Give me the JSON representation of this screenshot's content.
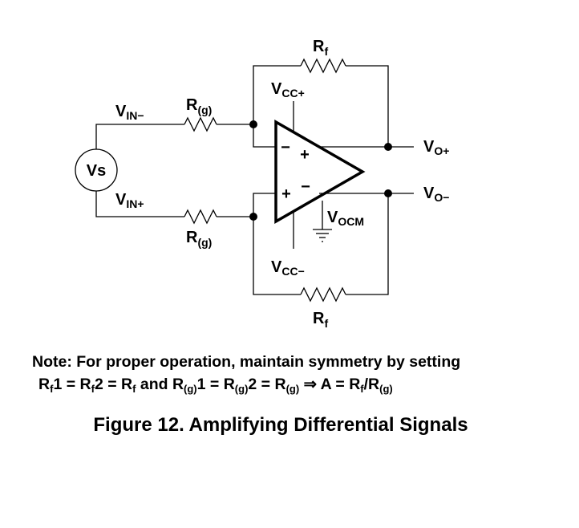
{
  "diagram": {
    "labels": {
      "vs": "Vs",
      "vin_minus": {
        "main": "V",
        "sub": "IN−"
      },
      "vin_plus": {
        "main": "V",
        "sub": "IN+"
      },
      "rg_top": {
        "main": "R",
        "sub": "(g)"
      },
      "rg_bottom": {
        "main": "R",
        "sub": "(g)"
      },
      "rf_top": {
        "main": "R",
        "sub": "f"
      },
      "rf_bottom": {
        "main": "R",
        "sub": "f"
      },
      "vcc_plus": {
        "main": "V",
        "sub": "CC+"
      },
      "vcc_minus": {
        "main": "V",
        "sub": "CC−"
      },
      "vocm": {
        "main": "V",
        "sub": "OCM"
      },
      "vo_plus": {
        "main": "V",
        "sub": "O+"
      },
      "vo_minus": {
        "main": "V",
        "sub": "O−"
      },
      "in_minus_sign": "−",
      "in_plus_sign": "+",
      "out_plus_sign": "+",
      "out_minus_sign": "−"
    }
  },
  "note": {
    "line1": "Note: For proper operation, maintain symmetry by setting",
    "line2": {
      "p1": "R",
      "s1": "f",
      "p2": "1 = R",
      "s2": "f",
      "p3": "2 = R",
      "s3": "f",
      "p4": " and R",
      "s4": "(g)",
      "p5": "1 = R",
      "s5": "(g)",
      "p6": "2 = R",
      "s6": "(g)",
      "p7": " ⇒ A = R",
      "s7": "f",
      "p8": "/R",
      "s8": "(g)"
    }
  },
  "caption": "Figure 12.  Amplifying Differential Signals"
}
